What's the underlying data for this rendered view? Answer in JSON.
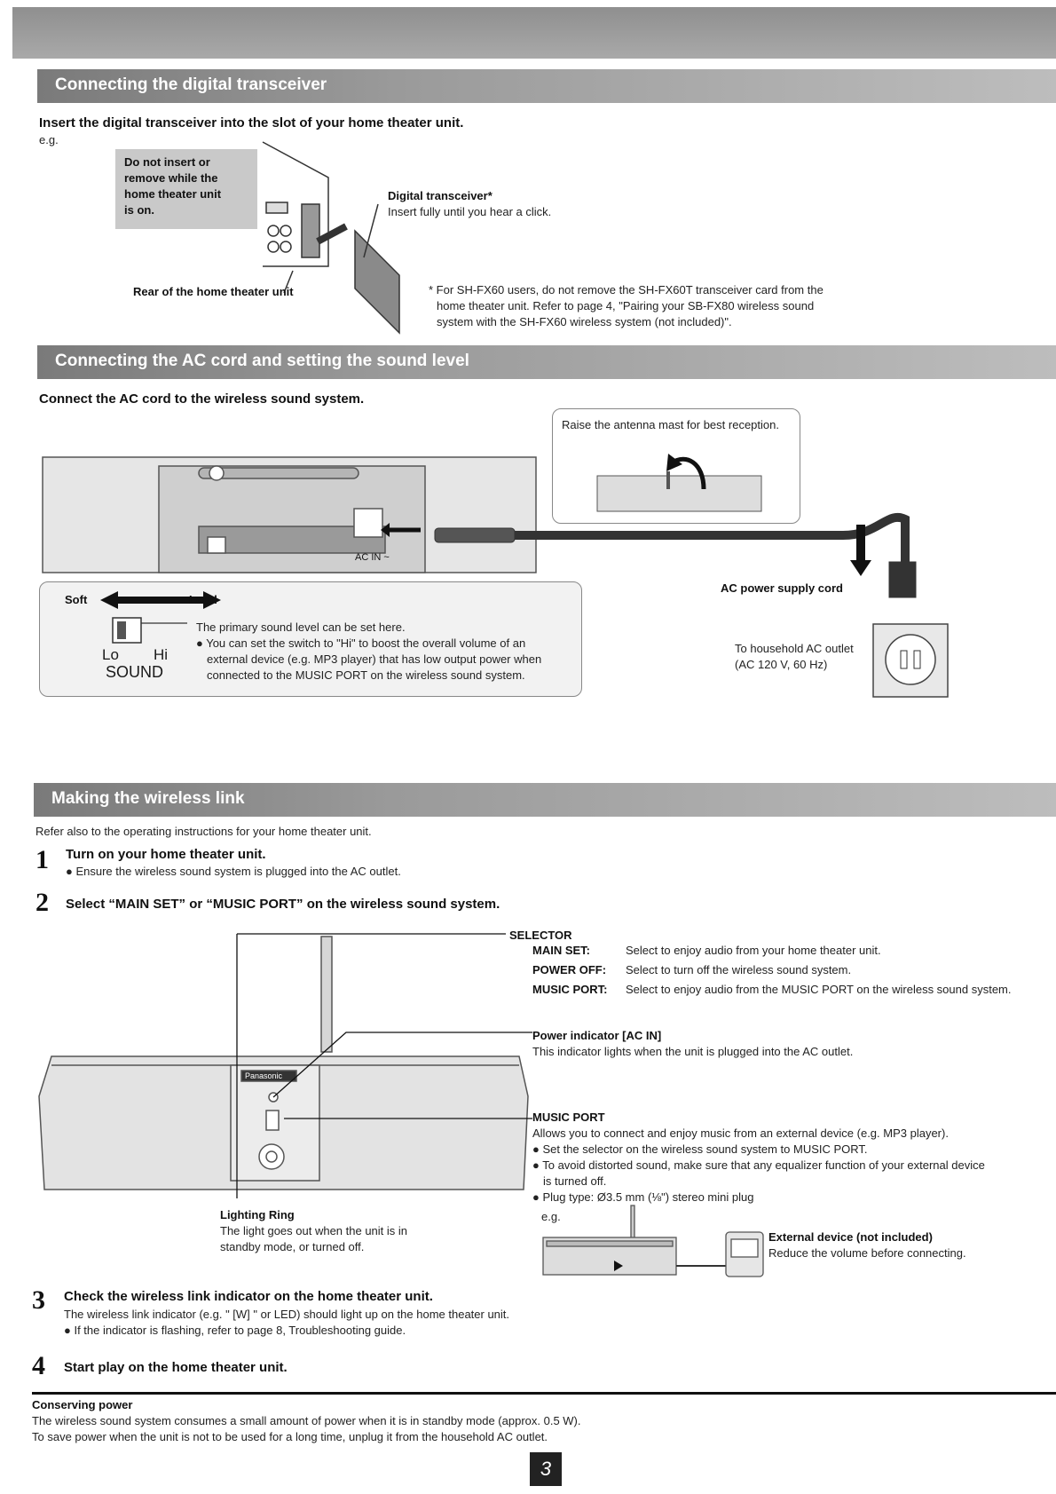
{
  "sections": {
    "transceiver": {
      "title": "Connecting the digital transceiver",
      "lead": "Insert the digital transceiver into the slot of your home theater unit.",
      "eg": "e.g.",
      "warning_lines": [
        "Do not insert or",
        "remove while the",
        "home theater unit",
        "is on."
      ],
      "digital_label": "Digital transceiver*",
      "digital_sub": "Insert fully until you hear a click.",
      "rear_label": "Rear of the home theater unit",
      "footnote_lines": [
        "* For SH-FX60 users, do not remove the SH-FX60T transceiver card from the",
        "home theater unit. Refer to page 4, \"Pairing your SB-FX80 wireless sound",
        "system with the SH-FX60 wireless system (not included)\"."
      ]
    },
    "ac_cord": {
      "title": "Connecting the AC cord and setting the sound level",
      "lead": "Connect the AC cord to the wireless sound system.",
      "antenna_note": "Raise the antenna mast for best reception.",
      "soft": "Soft",
      "loud": "Loud",
      "ac_in": "AC IN ~",
      "switch_lo": "Lo",
      "switch_hi": "Hi",
      "switch_sound": "SOUND",
      "level_lines": [
        "The primary sound level can be set here.",
        "● You can set the switch to \"Hi\" to boost the overall volume of an",
        "external device (e.g. MP3 player) that has low output power when",
        "connected to the MUSIC PORT on the wireless sound system."
      ],
      "power_cord": "AC power supply cord",
      "outlet_lines": [
        "To household AC outlet",
        "(AC 120 V, 60 Hz)"
      ]
    },
    "wireless": {
      "title": "Making the wireless link",
      "intro": "Refer also to the operating instructions for your home theater unit.",
      "steps": [
        {
          "num": "1",
          "title": "Turn on your home theater unit.",
          "sub": "● Ensure the wireless sound system is plugged into the AC outlet."
        },
        {
          "num": "2",
          "title": "Select “MAIN SET” or “MUSIC PORT” on the wireless sound system."
        },
        {
          "num": "3",
          "title": "Check the wireless link indicator on the home theater unit.",
          "sub1": "The wireless link indicator (e.g. \" [W] \" or LED) should light up on the home theater unit.",
          "sub2": "● If the indicator is flashing, refer to page 8, Troubleshooting guide."
        },
        {
          "num": "4",
          "title": "Start play on the home theater unit."
        }
      ],
      "selector": {
        "heading": "SELECTOR",
        "rows": [
          {
            "key": "MAIN SET:",
            "desc": "Select to enjoy audio from your home theater unit."
          },
          {
            "key": "POWER OFF:",
            "desc": "Select to turn off the wireless sound system."
          },
          {
            "key": "MUSIC PORT:",
            "desc": "Select to enjoy audio from the MUSIC PORT on the wireless sound system."
          }
        ]
      },
      "power_indicator": {
        "heading": "Power indicator [AC IN]",
        "desc": "This indicator lights when the unit is plugged into the AC outlet."
      },
      "music_port": {
        "heading": "MUSIC PORT",
        "desc": "Allows you to connect and enjoy music from an external device (e.g. MP3 player).",
        "bullets": [
          "● Set the selector on the wireless sound system to MUSIC PORT.",
          "● To avoid distorted sound, make sure that any equalizer function of your external device",
          "is turned off.",
          "● Plug type: Ø3.5 mm (⅛\") stereo mini plug"
        ],
        "eg": "e.g."
      },
      "lighting_ring": {
        "heading": "Lighting Ring",
        "lines": [
          "The light goes out when the unit is in",
          "standby mode, or turned off."
        ]
      },
      "external_device": {
        "heading": "External device (not included)",
        "desc": "Reduce the volume before connecting."
      },
      "brand": "Panasonic"
    }
  },
  "conserving": {
    "heading": "Conserving power",
    "lines": [
      "The wireless sound system consumes a small amount of power when it is in standby mode (approx. 0.5 W).",
      "To save power when the unit is not to be used for a long time, unplug it from the household AC outlet."
    ]
  },
  "page_number": "3",
  "colors": {
    "section_bar_dark": "#7a7a7a",
    "section_bar_light": "#bdbdbd",
    "warning_box": "#c9c9c9"
  }
}
